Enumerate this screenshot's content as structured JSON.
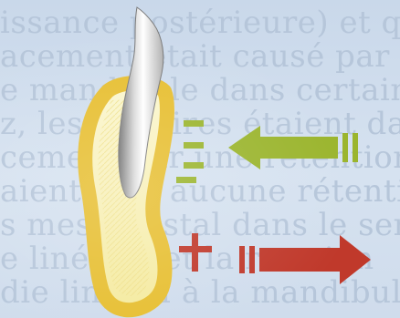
{
  "background_text": [
    {
      "text": "issance postérieure) et que le"
    },
    {
      "text": "acement était causé par la rotatio"
    },
    {
      "text": "e mandibule dans certains cas p"
    },
    {
      "text": "z, les molaires étaient dans"
    },
    {
      "text": "cement par une rétention ménagée"
    },
    {
      "text": "aient subi aucune rétention da"
    },
    {
      "text": "s mesio-distal dans le sens ve"
    },
    {
      "text": "e linéaire et la rotation"
    },
    {
      "text": "die lingual à la mandibule qu"
    }
  ],
  "illustration": {
    "elements": [
      "tooth-root",
      "gingiva-outline",
      "force-lines",
      "arrow-left-green",
      "plus-sign",
      "arrow-right-red"
    ]
  },
  "colors": {
    "arrow_green": "#9bb52e",
    "arrow_red": "#c0392b",
    "gingiva_yellow": "#eac63c",
    "gingiva_light": "#f7efb0",
    "tooth_gray": "#8a8a8a"
  }
}
